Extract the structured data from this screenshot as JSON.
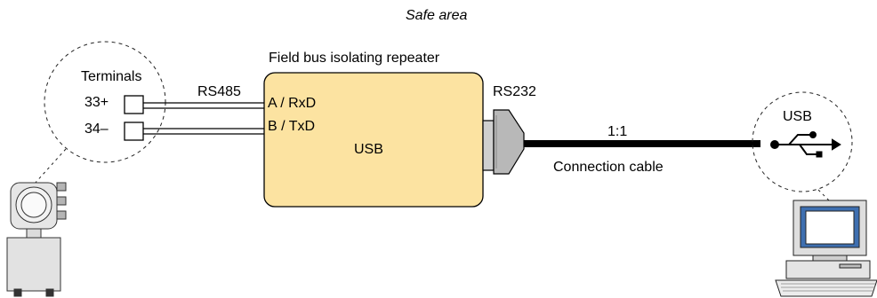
{
  "header": {
    "safe_area": "Safe area"
  },
  "repeater": {
    "title": "Field bus isolating repeater",
    "port_a": "A / RxD",
    "port_b": "B / TxD",
    "center_label": "USB",
    "fill_color": "#fce3a1"
  },
  "terminals": {
    "heading": "Terminals",
    "t1": "33+",
    "t2": "34–"
  },
  "bus": {
    "label": "RS485"
  },
  "serial": {
    "label": "RS232"
  },
  "cable": {
    "ratio": "1:1",
    "caption": "Connection cable"
  },
  "pc_port": {
    "label": "USB"
  },
  "icons": [
    "transmitter-device-icon",
    "usb-symbol-icon",
    "desktop-computer-icon",
    "connector-plug-icon"
  ]
}
